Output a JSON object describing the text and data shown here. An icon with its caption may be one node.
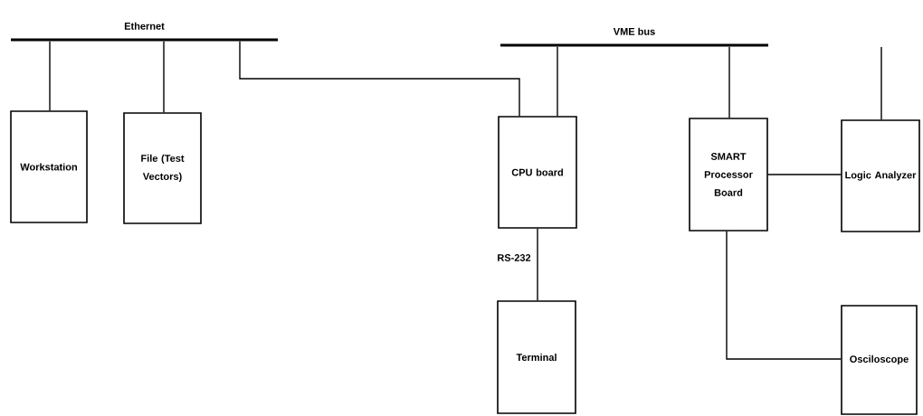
{
  "diagram": {
    "nodes": [
      {
        "text": [
          "Ethernet"
        ]
      },
      {
        "text": [
          "Workstation"
        ]
      },
      {
        "text": [
          "File (Test Vectors)"
        ]
      },
      {
        "text": [
          "VME bus"
        ]
      },
      {
        "text": [
          "CPU board"
        ]
      },
      {
        "text": [
          "SMART Processor Board"
        ]
      },
      {
        "text": [
          "Logic Analyzer"
        ]
      },
      {
        "text": [
          "Terminal"
        ]
      },
      {
        "text": [
          "Osciloscope"
        ]
      }
    ],
    "edges": [
      {
        "from": 0,
        "to": 1,
        "arrow": "none"
      },
      {
        "from": 0,
        "to": 2,
        "arrow": "none"
      },
      {
        "from": 0,
        "to": 4,
        "arrow": "none"
      },
      {
        "from": 3,
        "to": 4,
        "arrow": "none"
      },
      {
        "from": 3,
        "to": 5,
        "arrow": "none"
      },
      {
        "from": 5,
        "to": 6,
        "arrow": "none"
      },
      {
        "from": 4,
        "to": 7,
        "arrow": "none",
        "label": "RS-232"
      },
      {
        "from": 5,
        "to": 8,
        "arrow": "none"
      },
      {
        "from": null,
        "to": 6,
        "arrow": "none"
      }
    ]
  }
}
